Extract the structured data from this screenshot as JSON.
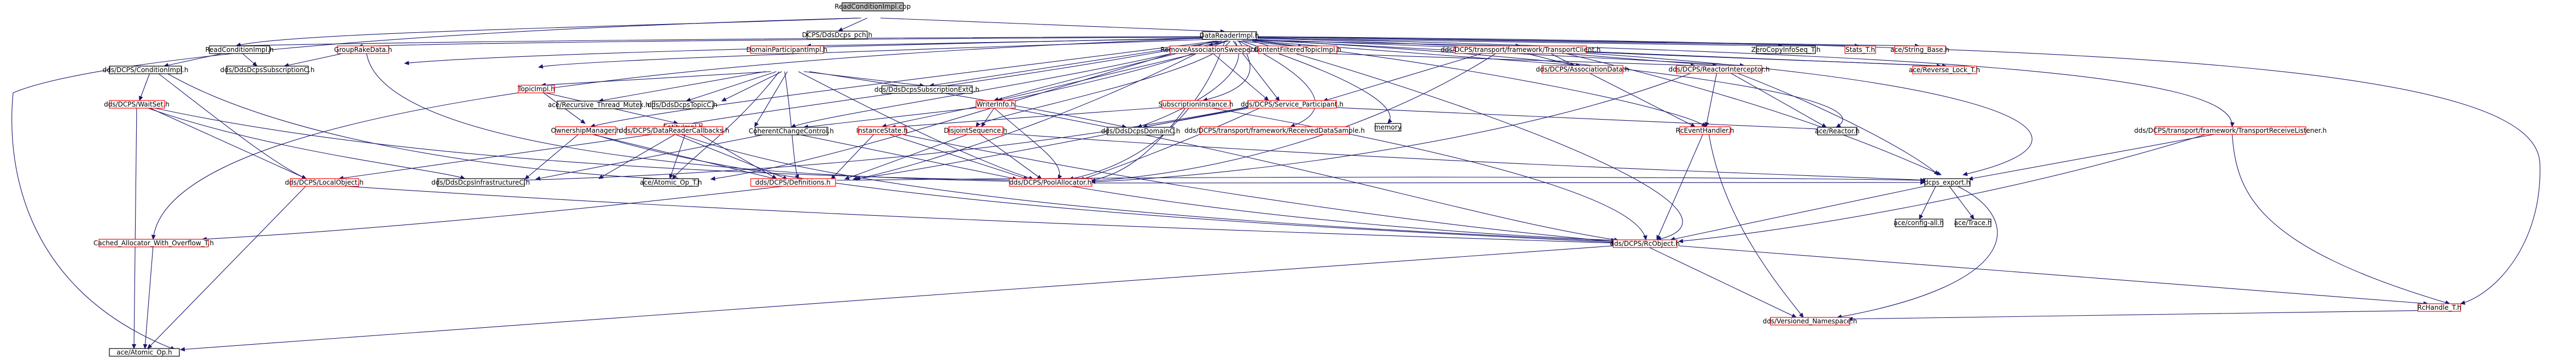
{
  "diagram": {
    "type": "include-dependency-graph",
    "colors": {
      "root_fill": "#bfbfbf",
      "documented_border": "#000000",
      "undocumented_border": "#ff0000",
      "edge": "#191970"
    },
    "nodes": [
      {
        "id": "n_root",
        "label": "ReadConditionImpl.cpp",
        "kind": "root"
      },
      {
        "id": "n_pch",
        "label": "DCPS/DdsDcps_pch.h",
        "kind": "doc"
      },
      {
        "id": "n_dri",
        "label": "DataReaderImpl.h",
        "kind": "doc"
      },
      {
        "id": "n_rci",
        "label": "ReadConditionImpl.h",
        "kind": "doc"
      },
      {
        "id": "n_grd",
        "label": "GroupRakeData.h",
        "kind": "red"
      },
      {
        "id": "n_dpi",
        "label": "DomainParticipantImpl.h",
        "kind": "red"
      },
      {
        "id": "n_ras",
        "label": "RemoveAssociationSweeper.h",
        "kind": "red"
      },
      {
        "id": "n_cft",
        "label": "ContentFilteredTopicImpl.h",
        "kind": "red"
      },
      {
        "id": "n_tcl",
        "label": "dds/DCPS/transport/framework/TransportClient.h",
        "kind": "red"
      },
      {
        "id": "n_zci",
        "label": "ZeroCopyInfoSeq_T.h",
        "kind": "doc"
      },
      {
        "id": "n_stats",
        "label": "Stats_T.h",
        "kind": "red"
      },
      {
        "id": "n_strbase",
        "label": "ace/String_Base.h",
        "kind": "red"
      },
      {
        "id": "n_cond",
        "label": "dds/DCPS/ConditionImpl.h",
        "kind": "doc"
      },
      {
        "id": "n_subc",
        "label": "dds/DdsDcpsSubscriptionC.h",
        "kind": "doc"
      },
      {
        "id": "n_topic",
        "label": "TopicImpl.h",
        "kind": "red"
      },
      {
        "id": "n_subext",
        "label": "dds/DdsDcpsSubscriptionExtC.h",
        "kind": "doc"
      },
      {
        "id": "n_wi",
        "label": "WriterInfo.h",
        "kind": "red"
      },
      {
        "id": "n_svc",
        "label": "dds/DCPS/Service_Participant.h",
        "kind": "red"
      },
      {
        "id": "n_subi",
        "label": "SubscriptionInstance.h",
        "kind": "red"
      },
      {
        "id": "n_assoc",
        "label": "dds/DCPS/AssociationData.h",
        "kind": "red"
      },
      {
        "id": "n_rint",
        "label": "dds/DCPS/ReactorInterceptor.h",
        "kind": "red"
      },
      {
        "id": "n_rev",
        "label": "ace/Reverse_Lock_T.h",
        "kind": "red"
      },
      {
        "id": "n_ws",
        "label": "dds/DCPS/WaitSet.h",
        "kind": "red"
      },
      {
        "id": "n_rtm",
        "label": "ace/Recursive_Thread_Mutex.h",
        "kind": "doc"
      },
      {
        "id": "n_topicc",
        "label": "dds/DdsDcpsTopicC.h",
        "kind": "doc"
      },
      {
        "id": "n_ent",
        "label": "EntityImpl.h",
        "kind": "red"
      },
      {
        "id": "n_own",
        "label": "OwnershipManager.h",
        "kind": "red"
      },
      {
        "id": "n_drcb",
        "label": "dds/DCPS/DataReaderCallbacks.h",
        "kind": "red"
      },
      {
        "id": "n_ccc",
        "label": "CoherentChangeControl.h",
        "kind": "doc"
      },
      {
        "id": "n_is",
        "label": "InstanceState.h",
        "kind": "red"
      },
      {
        "id": "n_dseq",
        "label": "DisjointSequence.h",
        "kind": "red"
      },
      {
        "id": "n_ddsdom",
        "label": "dds/DdsDcpsDomainC.h",
        "kind": "doc"
      },
      {
        "id": "n_rds",
        "label": "dds/DCPS/transport/framework/ReceivedDataSample.h",
        "kind": "red"
      },
      {
        "id": "n_mem",
        "label": "memory",
        "kind": "doc"
      },
      {
        "id": "n_reh",
        "label": "RcEventHandler.h",
        "kind": "red"
      },
      {
        "id": "n_reactor",
        "label": "ace/Reactor.h",
        "kind": "doc"
      },
      {
        "id": "n_trl",
        "label": "dds/DCPS/transport/framework/TransportReceiveListener.h",
        "kind": "red"
      },
      {
        "id": "n_lobj",
        "label": "dds/DCPS/LocalObject.h",
        "kind": "red"
      },
      {
        "id": "n_aop",
        "label": "ace/Atomic_Op_T.h",
        "kind": "doc"
      },
      {
        "id": "n_infra",
        "label": "dds/DdsDcpsInfrastructureC.h",
        "kind": "doc"
      },
      {
        "id": "n_defs",
        "label": "dds/DCPS/Definitions.h",
        "kind": "red"
      },
      {
        "id": "n_pool",
        "label": "dds/DCPS/PoolAllocator.h",
        "kind": "red"
      },
      {
        "id": "n_dexp",
        "label": "dcps_export.h",
        "kind": "doc"
      },
      {
        "id": "n_cache",
        "label": "Cached_Allocator_With_Overflow_T.h",
        "kind": "red"
      },
      {
        "id": "n_rco",
        "label": "dds/DCPS/RcObject.h",
        "kind": "red"
      },
      {
        "id": "n_cfg",
        "label": "ace/config-all.h",
        "kind": "doc"
      },
      {
        "id": "n_trace",
        "label": "ace/Trace.h",
        "kind": "doc"
      },
      {
        "id": "n_atomic",
        "label": "ace/Atomic_Op.h",
        "kind": "doc"
      },
      {
        "id": "n_rch",
        "label": "RcHandle_T.h",
        "kind": "red"
      },
      {
        "id": "n_ver",
        "label": "dds/Versioned_Namespace.h",
        "kind": "red"
      }
    ]
  }
}
